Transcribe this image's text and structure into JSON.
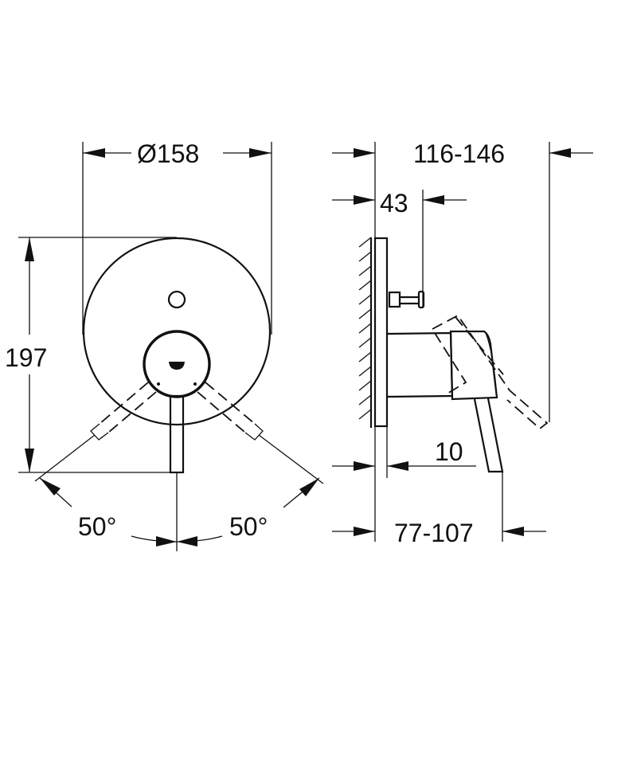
{
  "drawing": {
    "background": "#ffffff",
    "line_color": "#111111",
    "front_view": {
      "diameter_label": "Ø158",
      "height_label": "197",
      "left_angle_label": "50°",
      "right_angle_label": "50°"
    },
    "side_view": {
      "overall_depth_label": "116-146",
      "knob_depth_label": "43",
      "plate_thickness_label": "10",
      "handle_depth_label": "77-107"
    }
  }
}
